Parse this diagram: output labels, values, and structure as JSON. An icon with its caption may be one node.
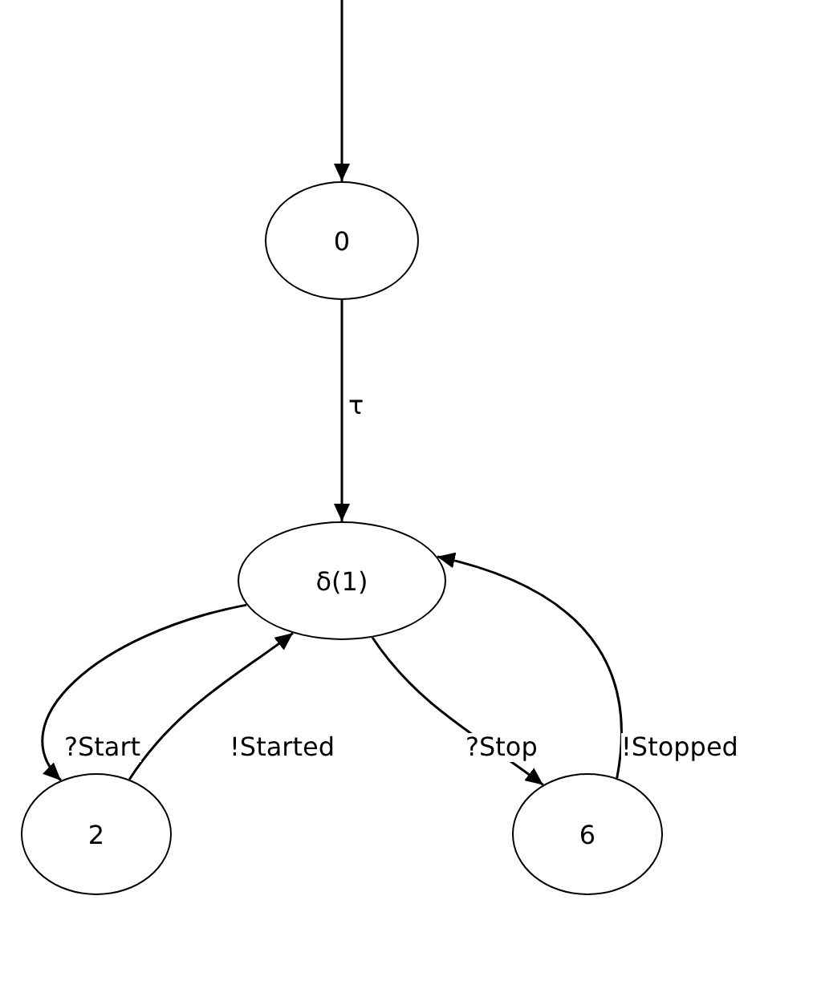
{
  "diagram": {
    "nodes": [
      {
        "text": [
          "0"
        ]
      },
      {
        "text": [
          "δ(1)"
        ]
      },
      {
        "text": [
          "2"
        ]
      },
      {
        "text": [
          "6"
        ]
      }
    ],
    "edges": [
      {
        "from": null,
        "to": 0,
        "arrow": "to"
      },
      {
        "from": 0,
        "to": 1,
        "arrow": "to",
        "label": "τ"
      },
      {
        "from": 1,
        "to": 2,
        "arrow": "to",
        "label": "?Start"
      },
      {
        "from": 2,
        "to": 1,
        "arrow": "to",
        "label": "!Started"
      },
      {
        "from": 1,
        "to": 3,
        "arrow": "to",
        "label": "?Stop"
      },
      {
        "from": 3,
        "to": 1,
        "arrow": "to",
        "label": "!Stopped"
      }
    ]
  }
}
